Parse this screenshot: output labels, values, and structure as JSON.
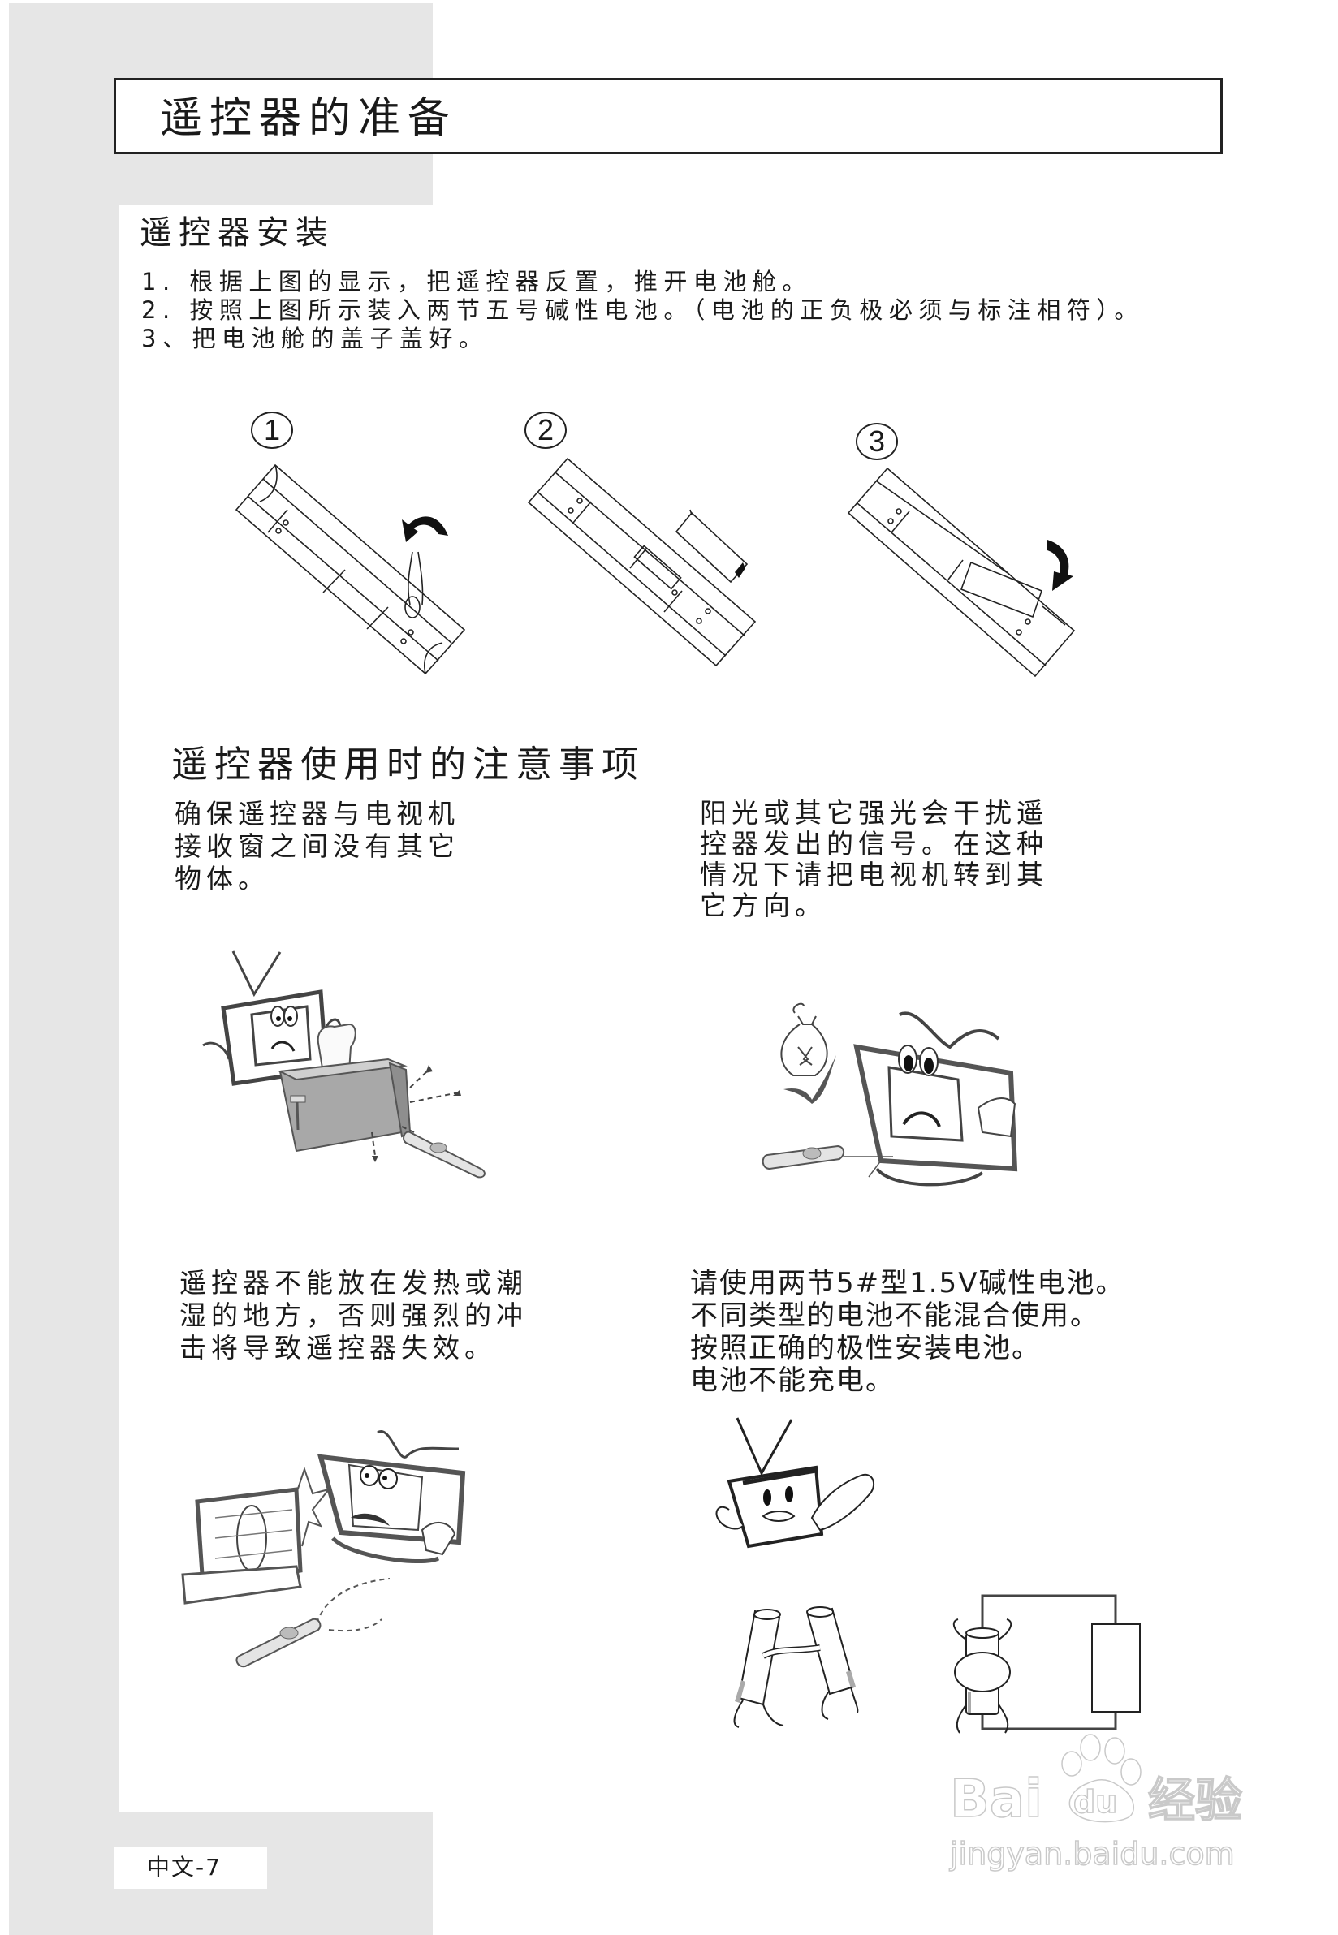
{
  "header": {
    "title": "遥控器的准备"
  },
  "install": {
    "heading": "遥控器安装",
    "steps": [
      "1. 根据上图的显示，把遥控器反置，推开电池舱。",
      "2. 按照上图所示装入两节五号碱性电池。（电池的正负极必须与标注相符）。",
      "3、把电池舱的盖子盖好。"
    ],
    "figure_numbers": [
      "1",
      "2",
      "3"
    ],
    "figures": [
      {
        "icon": "remote-open-cover-icon"
      },
      {
        "icon": "remote-insert-battery-icon"
      },
      {
        "icon": "remote-close-cover-icon"
      }
    ]
  },
  "cautions": {
    "heading": "遥控器使用时的注意事项",
    "items": [
      {
        "lines": [
          "确保遥控器与电视机",
          "接收窗之间没有其它",
          "物体。"
        ],
        "icon": "tv-blocked-by-toaster-illustration"
      },
      {
        "lines": [
          "阳光或其它强光会干扰遥",
          "控器发出的信号。在这种",
          "情况下请把电视机转到其",
          "它方向。"
        ],
        "icon": "tv-light-interference-illustration"
      },
      {
        "lines": [
          "遥控器不能放在发热或潮",
          "湿的地方，否则强烈的冲",
          "击将导致遥控器失效。"
        ],
        "icon": "tv-heat-humidity-illustration"
      },
      {
        "lines": [
          "请使用两节5#型1.5V碱性电池。",
          "不同类型的电池不能混合使用。",
          "按照正确的极性安装电池。",
          "电池不能充电。"
        ],
        "icons": [
          "tv-stop-hand-illustration",
          "batteries-mixed-illustration",
          "battery-circuit-illustration"
        ]
      }
    ]
  },
  "footer": {
    "page_label": "中文-7"
  },
  "watermark": {
    "brand_left": "Bai",
    "brand_paw": "du",
    "brand_right": "经验",
    "url": "jingyan.baidu.com"
  },
  "colors": {
    "band_gray": "#e6e6e6",
    "ink": "#1a1a1a",
    "illustration_gray": "#9a9a9a"
  }
}
